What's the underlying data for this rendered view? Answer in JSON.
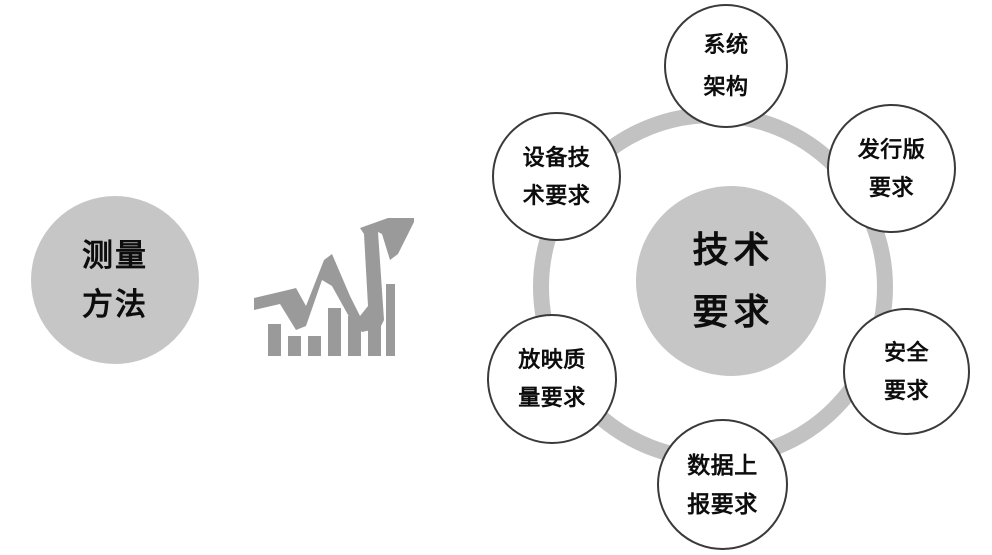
{
  "diagram": {
    "type": "hub-and-spoke-ring",
    "left_node": {
      "label_lines": [
        "测量",
        "方法"
      ],
      "full_label": "测量方法",
      "fill_color": "#c6c6c6"
    },
    "icon": {
      "name": "growth-chart-arrow-icon",
      "color": "#9a9a9a"
    },
    "ring": {
      "color": "#c2c2c2",
      "thickness": 16
    },
    "hub": {
      "label_lines": [
        "技术",
        "要求"
      ],
      "full_label": "技术要求",
      "fill_color": "#c6c6c6"
    },
    "nodes": [
      {
        "position": "top",
        "label_lines": [
          "系统",
          "架构"
        ],
        "full_label": "系统架构",
        "border_color": "#3a3a3a",
        "fill_color": "#ffffff"
      },
      {
        "position": "top-right",
        "label_lines": [
          "发行版",
          "要求"
        ],
        "full_label": "发行版要求",
        "border_color": "#3a3a3a",
        "fill_color": "#ffffff"
      },
      {
        "position": "right",
        "label_lines": [
          "安全",
          "要求"
        ],
        "full_label": "安全要求",
        "border_color": "#3a3a3a",
        "fill_color": "#ffffff"
      },
      {
        "position": "bottom",
        "label_lines": [
          "数据上",
          "报要求"
        ],
        "full_label": "数据上报要求",
        "border_color": "#3a3a3a",
        "fill_color": "#ffffff"
      },
      {
        "position": "bottom-left",
        "label_lines": [
          "放映质",
          "量要求"
        ],
        "full_label": "放映质量要求",
        "border_color": "#3a3a3a",
        "fill_color": "#ffffff"
      },
      {
        "position": "top-left",
        "label_lines": [
          "设备技",
          "术要求"
        ],
        "full_label": "设备技术要求",
        "border_color": "#3a3a3a",
        "fill_color": "#ffffff"
      }
    ]
  }
}
